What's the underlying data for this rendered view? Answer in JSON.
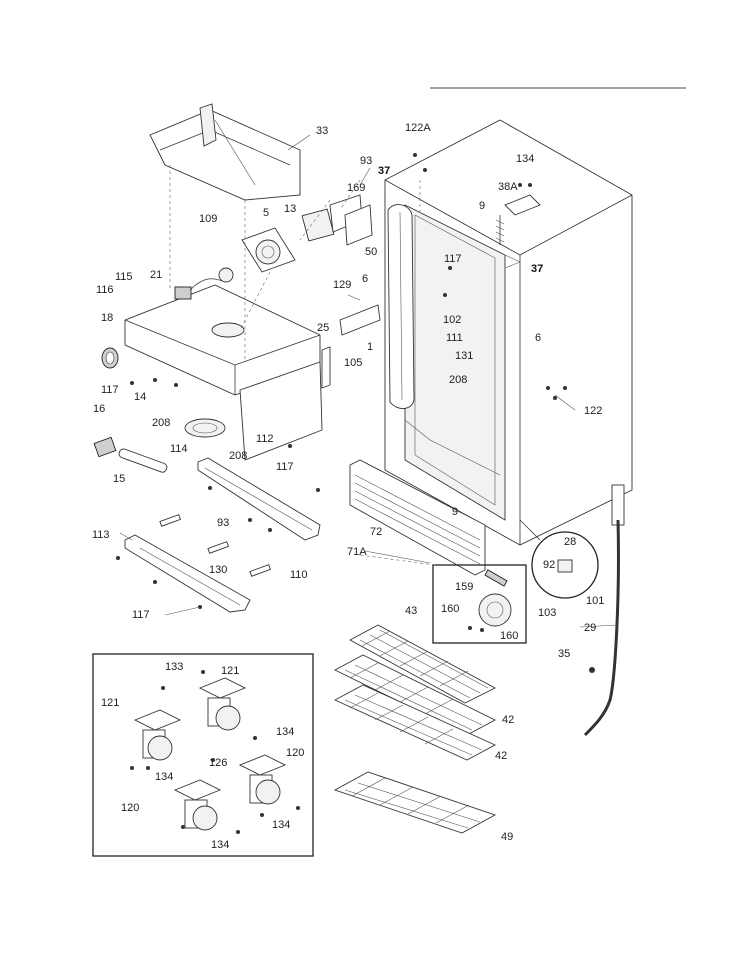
{
  "labels": {
    "l33": "33",
    "l122A": "122A",
    "l93a": "93",
    "l134a": "134",
    "l37a": "37",
    "l169": "169",
    "l38A": "38A",
    "l109": "109",
    "l5": "5",
    "l13": "13",
    "l9a": "9",
    "l50": "50",
    "l37b": "37",
    "l6a": "6",
    "l117a": "117",
    "l115": "115",
    "l21": "21",
    "l116": "116",
    "l129": "129",
    "l102": "102",
    "l18": "18",
    "l25": "25",
    "l111": "111",
    "l6b": "6",
    "l1": "1",
    "l131": "131",
    "l117b": "117",
    "l105": "105",
    "l208a": "208",
    "l14": "14",
    "l122": "122",
    "l208b": "208",
    "l16": "16",
    "l112": "112",
    "l114": "114",
    "l208c": "208",
    "l117c": "117",
    "l15": "15",
    "l9b": "9",
    "l93b": "93",
    "l72": "72",
    "l28": "28",
    "l113": "113",
    "l71A": "71A",
    "l92": "92",
    "l130": "130",
    "l110": "110",
    "l159": "159",
    "l103": "103",
    "l101": "101",
    "l117d": "117",
    "l43": "43",
    "l160a": "160",
    "l160b": "160",
    "l29": "29",
    "l133": "133",
    "l121a": "121",
    "l35": "35",
    "l121b": "121",
    "l134b": "134",
    "l42a": "42",
    "l126": "126",
    "l120a": "120",
    "l42b": "42",
    "l134c": "134",
    "l120b": "120",
    "l134d": "134",
    "l49": "49",
    "l134e": "134"
  }
}
